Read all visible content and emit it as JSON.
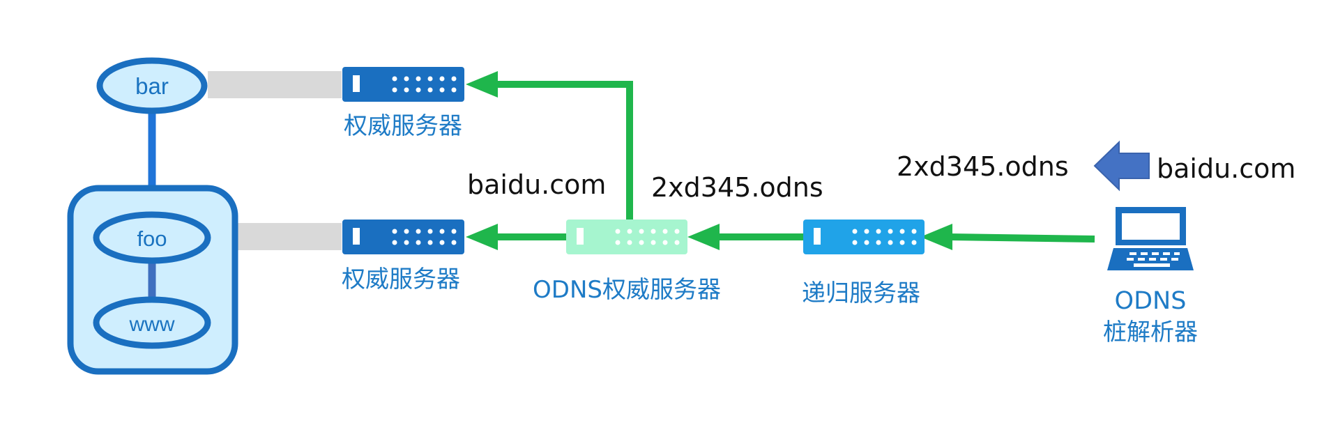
{
  "zones": {
    "bar": "bar",
    "foo": "foo",
    "www": "www"
  },
  "servers": {
    "auth_top": "权威服务器",
    "auth_mid": "权威服务器",
    "odns_auth": "ODNS权威服务器",
    "recursive": "递归服务器"
  },
  "client": {
    "line1": "ODNS",
    "line2": "桩解析器"
  },
  "queries": {
    "baidu_left": "baidu.com",
    "odns_middle": "2xd345.odns",
    "odns_right": "2xd345.odns",
    "baidu_right": "baidu.com"
  },
  "colors": {
    "server_blue": "#1a6fc0",
    "server_odns": "#a6f5cf",
    "server_recursive": "#20a3e8",
    "zone_ring": "#1a6fc0",
    "zone_fill": "#cfeefe",
    "arrow_green": "#1fb64c",
    "arrow_blue": "#4472c4",
    "connector_gray": "#d9d9d9"
  }
}
